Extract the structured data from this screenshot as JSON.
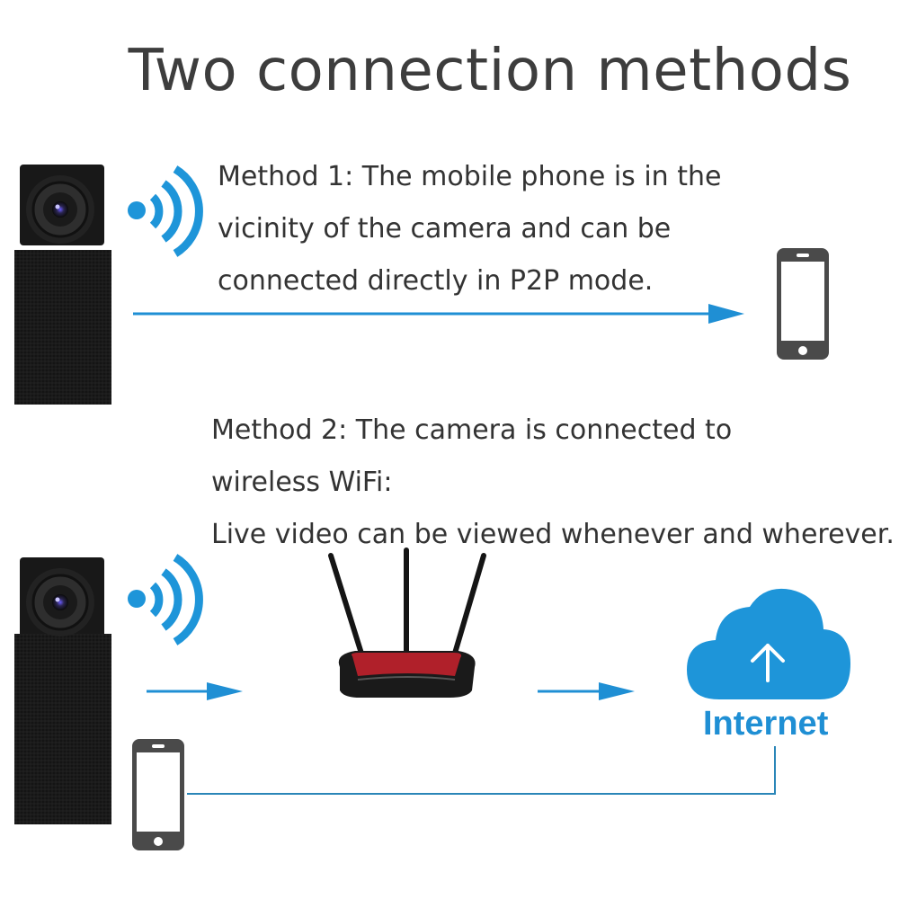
{
  "title": "Two connection methods",
  "method1": {
    "lines": [
      "Method 1: The mobile phone is in the",
      "vicinity of the camera and can be",
      "connected directly in P2P mode."
    ]
  },
  "method2": {
    "lines": [
      "Method 2: The camera is connected to",
      "wireless WiFi:",
      "Live video can be viewed whenever and wherever."
    ]
  },
  "cloud": {
    "label": "Internet",
    "icon": "upload-arrow-icon"
  },
  "colors": {
    "accent": "#1f8fd4",
    "text": "#333333",
    "device": "#1a1a1a",
    "router_red": "#b0202a",
    "phone": "#4a4a4a"
  },
  "icons": [
    "camera-icon",
    "wifi-signal-icon",
    "smartphone-icon",
    "router-icon",
    "cloud-icon",
    "arrow-right-icon"
  ]
}
